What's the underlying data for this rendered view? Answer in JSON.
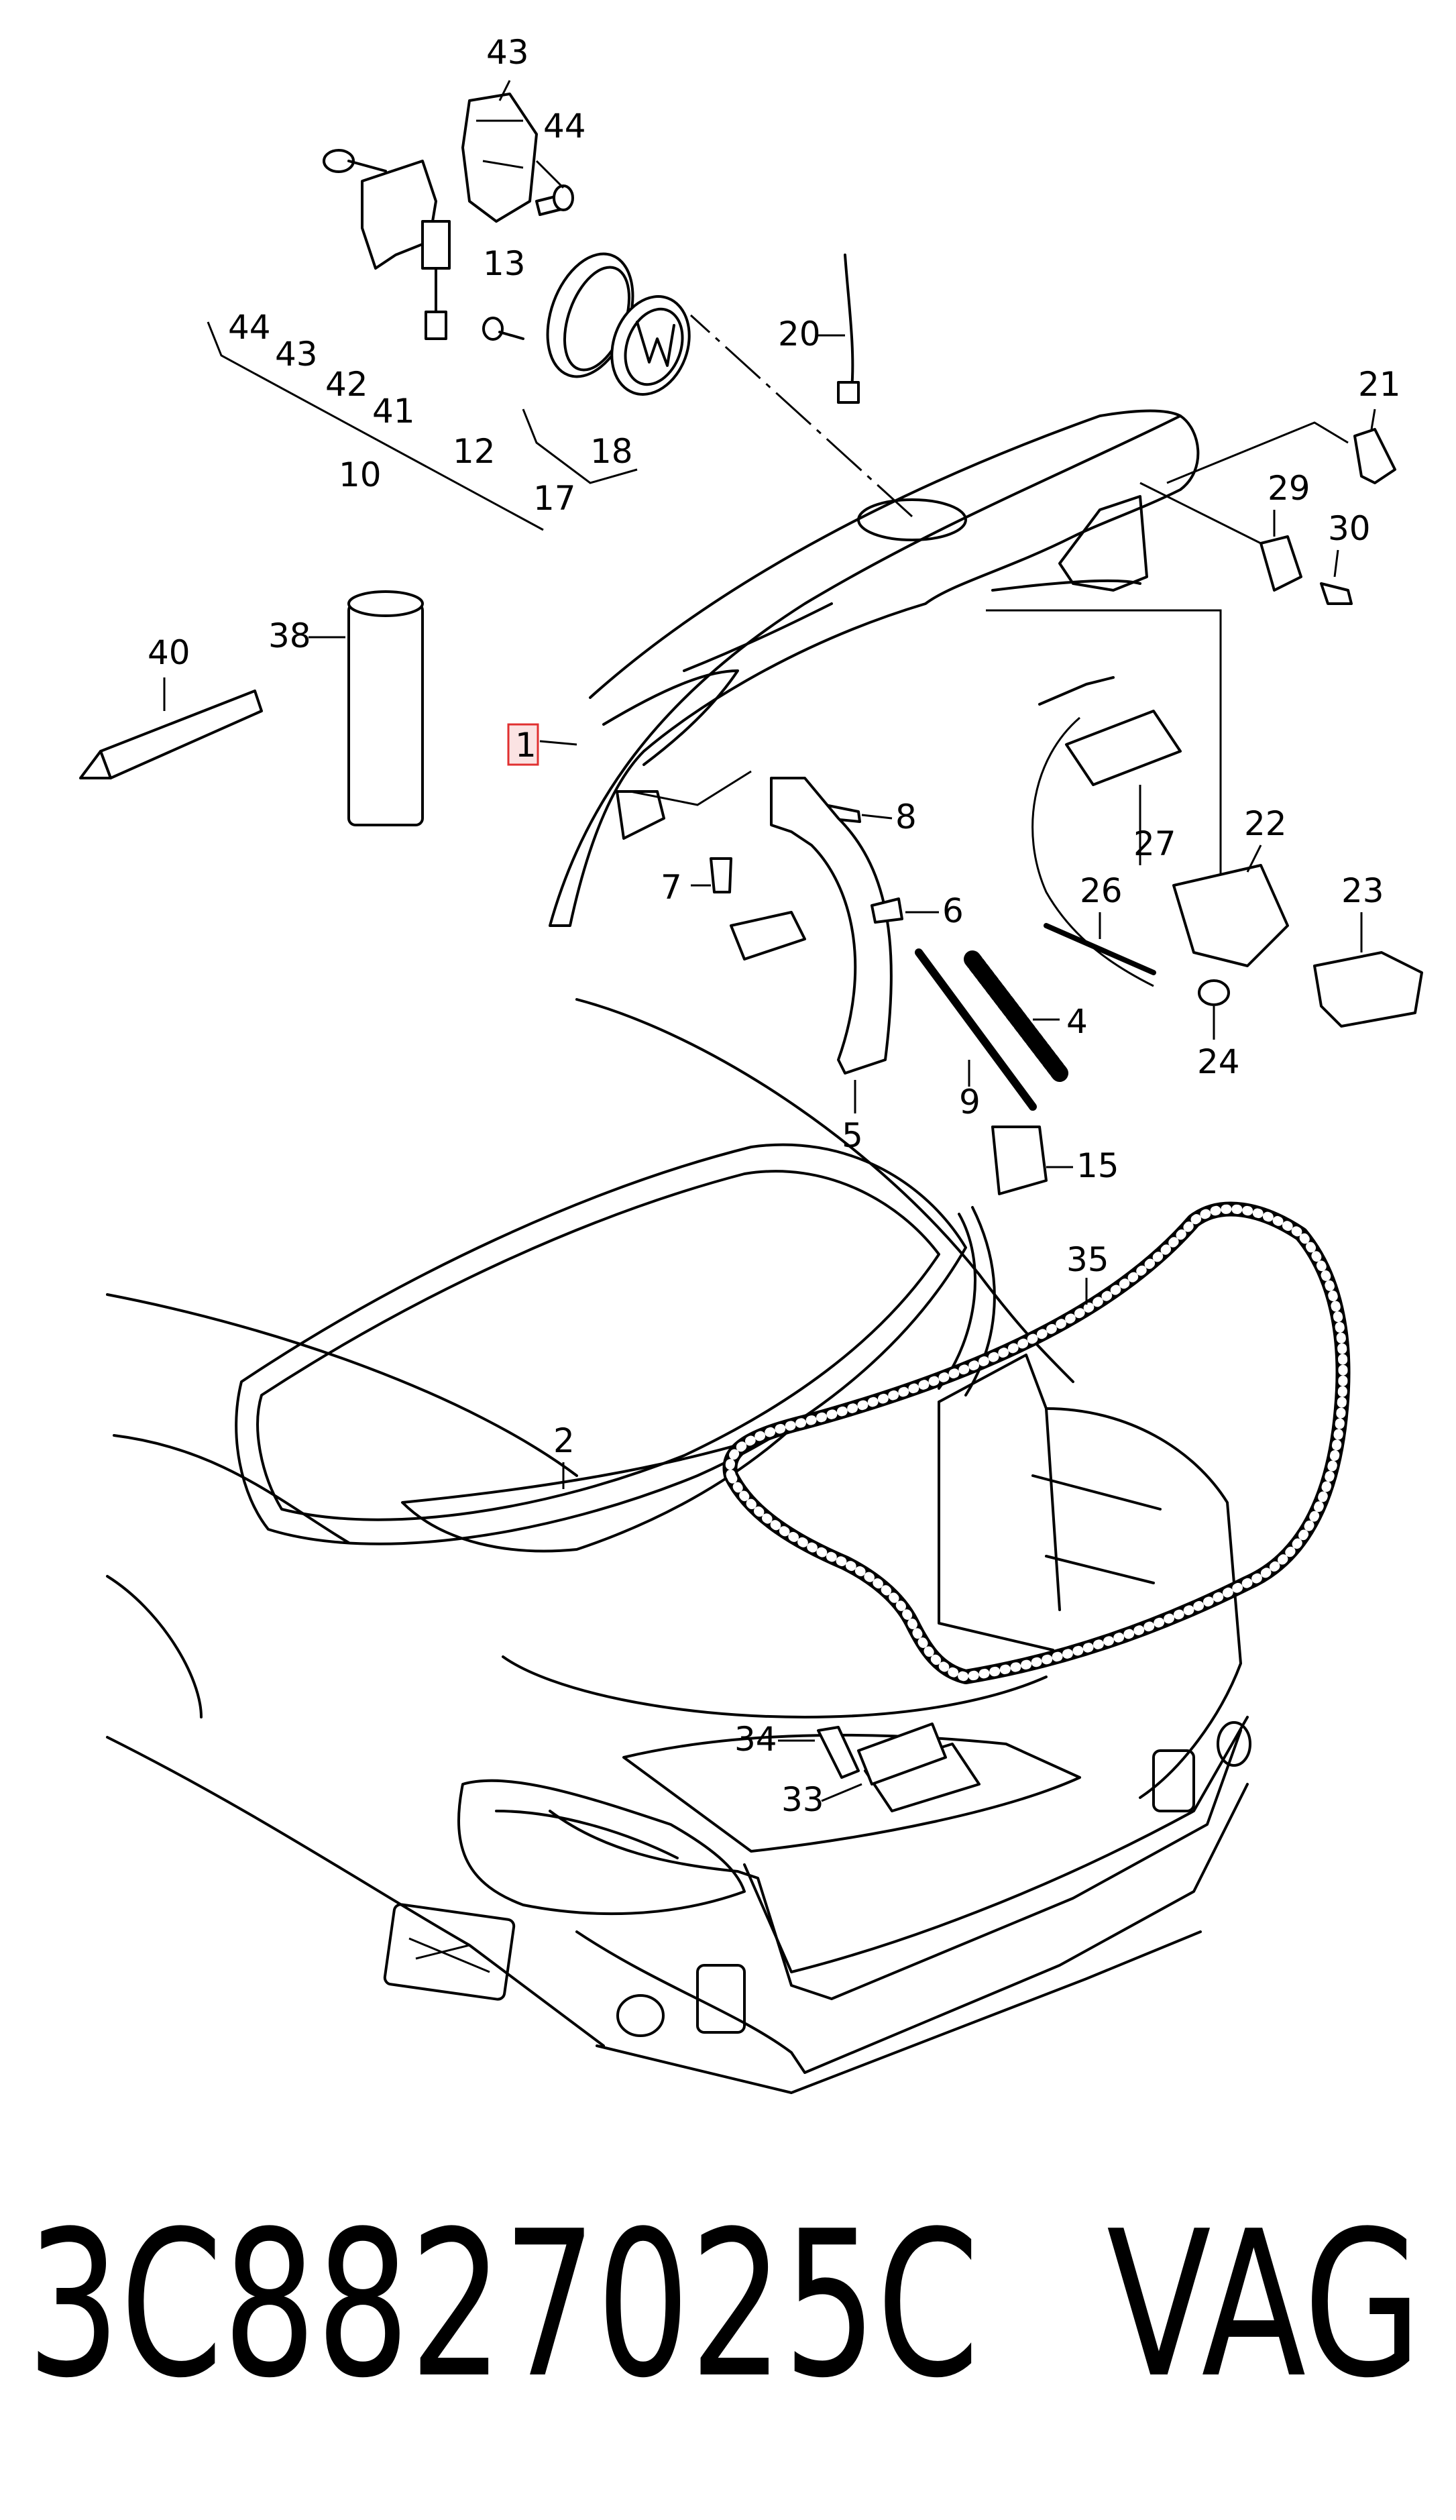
{
  "caption": {
    "part_number": "3C8827025C",
    "brand": "VAG"
  },
  "callouts": [
    "43",
    "44",
    "13",
    "20",
    "21",
    "44",
    "43",
    "42",
    "41",
    "12",
    "18",
    "10",
    "17",
    "29",
    "30",
    "40",
    "38",
    "1",
    "8",
    "27",
    "22",
    "7",
    "6",
    "26",
    "23",
    "4",
    "24",
    "5",
    "9",
    "15",
    "35",
    "2",
    "34",
    "33"
  ],
  "colors": {
    "line": "#000000",
    "highlight_box": "#e03030",
    "highlight_fill": "#fbe3e3",
    "background": "#ffffff"
  }
}
